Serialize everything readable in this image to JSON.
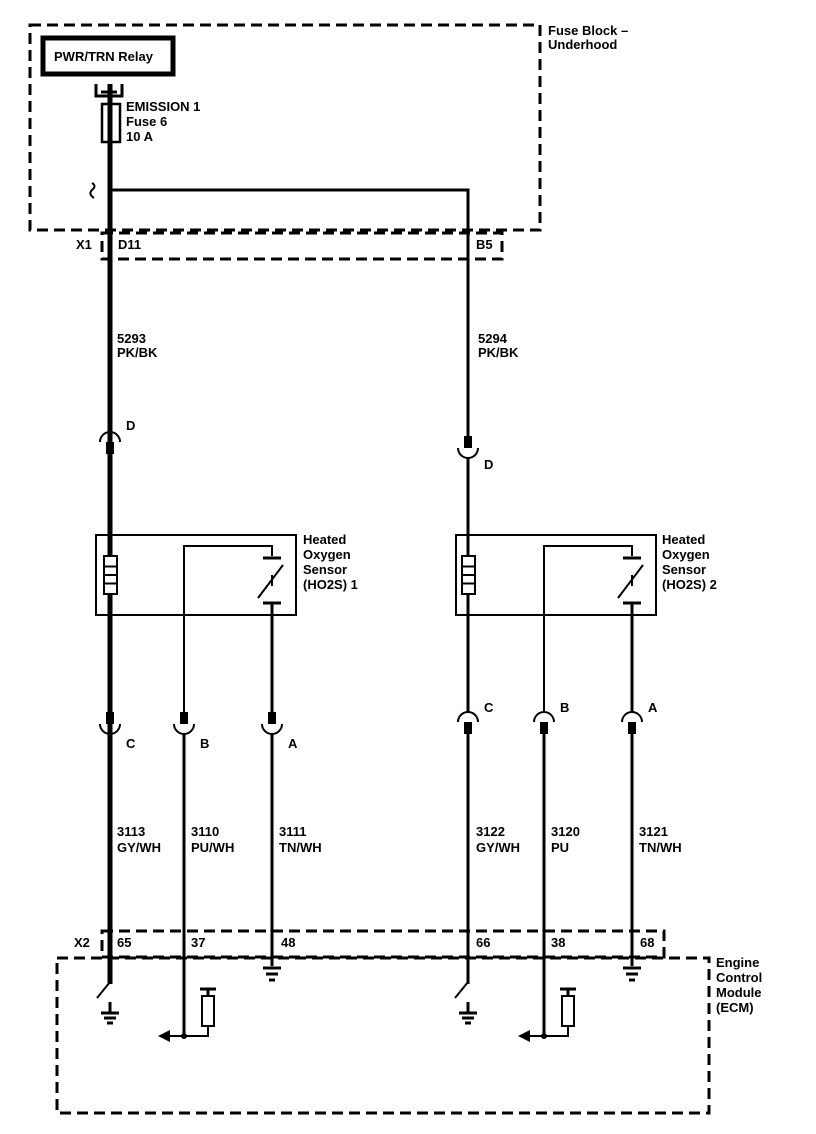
{
  "fuse_block": {
    "title_line1": "Fuse Block –",
    "title_line2": "Underhood",
    "relay_label": "PWR/TRN Relay",
    "fuse_name": "EMISSION 1",
    "fuse_number": "Fuse 6",
    "fuse_rating": "10 A"
  },
  "connector_x1": {
    "name": "X1",
    "pin_left": "D11",
    "pin_right": "B5"
  },
  "wires_upper": [
    {
      "circuit": "5293",
      "color": "PK/BK"
    },
    {
      "circuit": "5294",
      "color": "PK/BK"
    }
  ],
  "sensor1": {
    "name_line1": "Heated",
    "name_line2": "Oxygen",
    "name_line3": "Sensor",
    "name_line4": "(HO2S) 1",
    "pin_power": "D",
    "pins_lower": [
      "C",
      "B",
      "A"
    ]
  },
  "sensor2": {
    "name_line1": "Heated",
    "name_line2": "Oxygen",
    "name_line3": "Sensor",
    "name_line4": "(HO2S) 2",
    "pin_power": "D",
    "pins_lower": [
      "C",
      "B",
      "A"
    ]
  },
  "wires_lower": [
    {
      "circuit": "3113",
      "color": "GY/WH"
    },
    {
      "circuit": "3110",
      "color": "PU/WH"
    },
    {
      "circuit": "3111",
      "color": "TN/WH"
    },
    {
      "circuit": "3122",
      "color": "GY/WH"
    },
    {
      "circuit": "3120",
      "color": "PU"
    },
    {
      "circuit": "3121",
      "color": "TN/WH"
    }
  ],
  "connector_x2": {
    "name": "X2",
    "pins": [
      "65",
      "37",
      "48",
      "66",
      "38",
      "68"
    ]
  },
  "ecm": {
    "name_line1": "Engine",
    "name_line2": "Control",
    "name_line3": "Module",
    "name_line4": "(ECM)"
  }
}
